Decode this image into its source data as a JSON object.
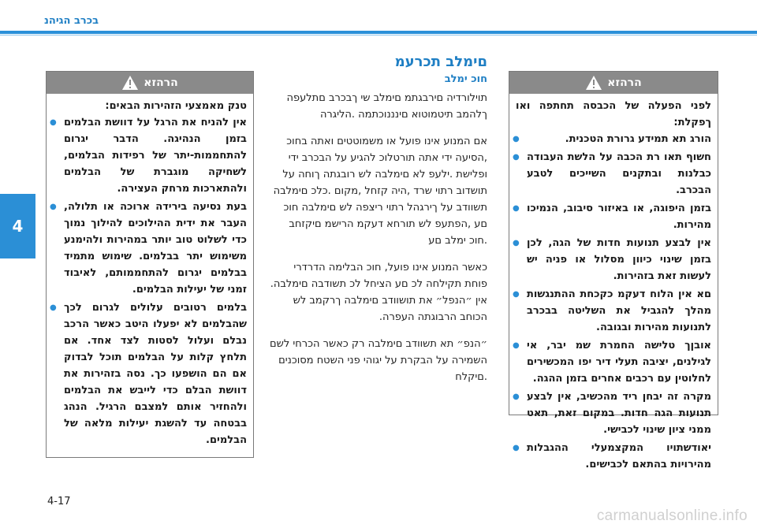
{
  "header": {
    "title": "בכרב הגיהנ"
  },
  "chapter": {
    "number": "4"
  },
  "page": {
    "number": "4-17"
  },
  "watermark": {
    "text": "carmanualsonline.info"
  },
  "section": {
    "title": "םימלב תכרעמ",
    "subtitle": "חוכ ימלב",
    "paragraphs": [
      "תוילורדיה םירבגתמ םימלב שי ךבכרב םתלעפה ךלהמב תיטמוטוא םינננוכתמה .הליגרה",
      "אם המנוע אינו פועל או משמוטטים ואתה בחוכ ,הסיעה ידי אתה תורטלוכ להגיע על הבכרב ידי ופלישת .ילעפ לא םימלבה לש רובגתה ךוחה על תושדוב רתוי שרד ,היה קזחל ,מקום .כלכ םימלבה תשוודב על ךירגהל רתוי ריצפה לש םימלבה חוכ םע ,הפתעפ לש תורחא דעקמ הרישמ םיקזחב .חוכ ימלב םע",
      "כאשר המנוע אינו פועל, חוכ הבלימה הדרדרי פוחת תקילחה לכ םע הציחל לכ תשודבה םימלבה. אין ״הנפל״ את תושוודב םימלבה ךרקמב לש הכוחב הרבוגתה העפרה.",
      "״הנפ״ תא תשוודב םימלבה רק כאשר הכרחי לשם השמירה על הבקרת על יגוהי פני השטח מסוכנים .םיקלח"
    ]
  },
  "warning_right": {
    "label": "הרהזא",
    "intro": "לפני הפעלה של הכבסה תחתפה ואו ךפקלת:",
    "bullets": [
      "הורג תא תמידע גרורת הטכנית.",
      "חשוף תאו רת הכבה על הלשת העבודה כבלנות ובתקנים השייכים לטבע הבכרב.",
      "בזמן היפוגה, או באיזור סיבוב, הנמיכו מהירות.",
      "אין לבצע תנועות חדות של הגה, לכן בזמן שינוי כיוון מסלול או פניה יש לעשות זאת בזהירות.",
      "םא אין הלוח דעקמ כקכחת ההתנגשות מהלך להגביל את השליטה בבכרב לתנועות מהירות ובגובה.",
      "אובןך טלישה החמרת שמ יבר, אי לגילנים, יציבה תעלי דיר יפו המכשירים לחלוטין עם רכבים אחרים בזמן ההגה.",
      "מקרה זה יבחן ריד מהכשיב, אין לבצע תנועות הגה חדות. במקום זאת, תאט ממני ציון שינוי לכבישי.",
      "יאודשתויו המקצמעלי ההגבלות מהירויות בהתאם לכבישים."
    ]
  },
  "warning_left": {
    "label": "הרהזא",
    "intro": "טנק מאמצעי הזהירות הבאים:",
    "bullets": [
      "אין להניח את הרגל על דוושת הבלמים בזמן הנהיגה. הדבר יגרום להתחממות-יתר של רפידות הבלמים, לשחיקה מוגברת של הבלמים ולהתארכות מרחק העצירה.",
      "בעת נסיעה בירידה ארוכה או תלולה, העבר את ידית ההילוכים להילוך נמוך כדי לשלוט טוב יותר במהירות ולהימנע משימוש יתר בבלמים. שימוש מתמיד בבלמים יגרום להתחממותם, לאיבוד זמני של יעילות הבלמים.",
      "בלמים רטובים עלולים לגרום לכך שהבלמים לא יפעלו היטב כאשר הרכב נבלם ועלול לסטות לצד אחד. אם תלחץ קלות על הבלמים תוכל לבדוק אם הם הושפעו כך. נסה בזהירות את דוושת הבלם כדי לייבש את הבלמים ולהחזיר אותם למצבם הרגיל. הנהג בבטחה עד להשגת יעילות מלאה של הבלמים."
    ]
  }
}
